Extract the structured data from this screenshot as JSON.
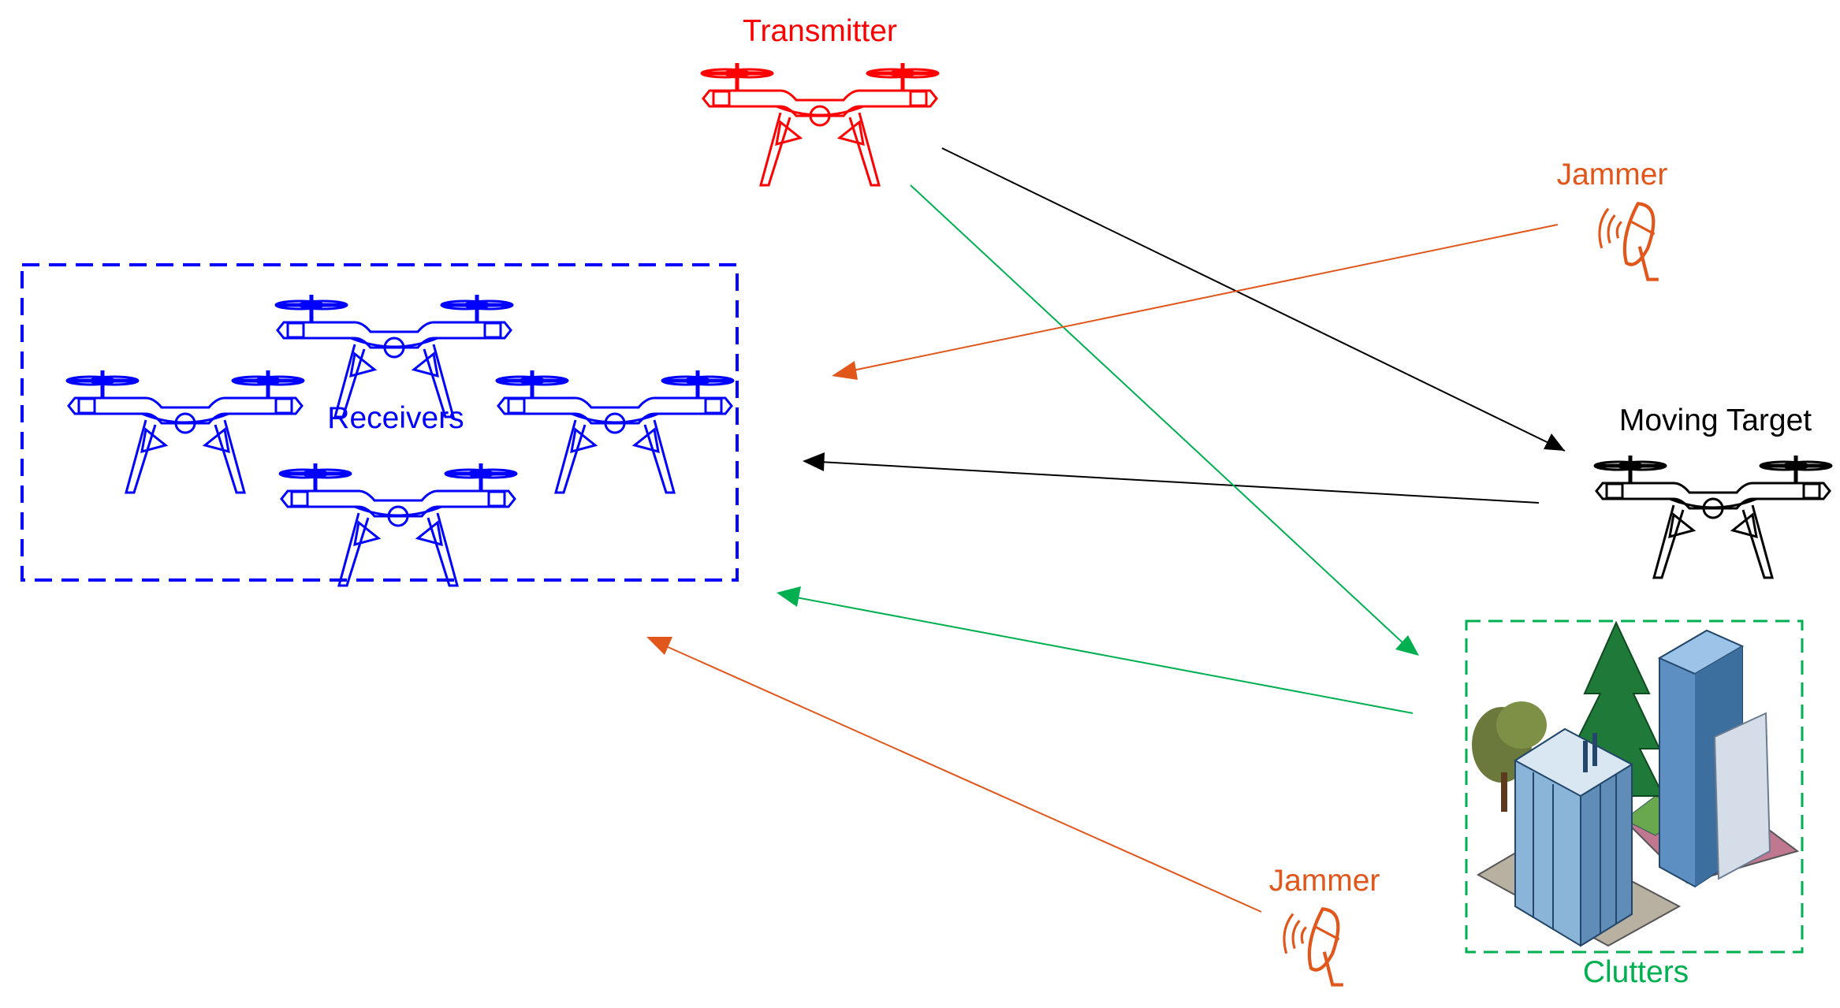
{
  "labels": {
    "transmitter": "Transmitter",
    "receivers": "Receivers",
    "moving_target": "Moving Target",
    "jammer_top": "Jammer",
    "jammer_bottom": "Jammer",
    "clutters": "Clutters"
  },
  "colors": {
    "transmitter": "#ff0000",
    "receivers": "#0000ff",
    "target": "#000000",
    "jammer": "#e1561b",
    "clutter": "#00b050"
  },
  "icons": {
    "drone": "quadcopter-drone-icon",
    "jammer": "satellite-dish-antenna-icon",
    "clutter": "city-buildings-and-trees-icon"
  }
}
